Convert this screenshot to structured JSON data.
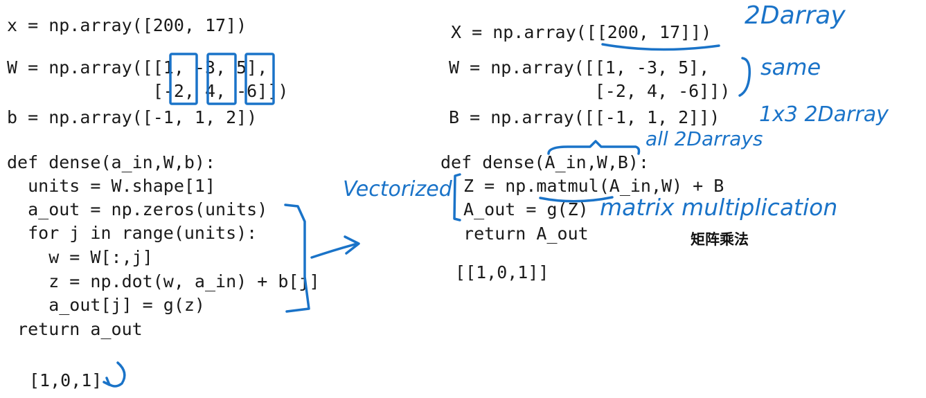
{
  "left": {
    "x_line": "x = np.array([200, 17])",
    "W_line1": "W = np.array([[1, -3, 5],",
    "W_line2": "              [-2, 4, -6]])",
    "b_line": "b = np.array([-1, 1, 2])",
    "def_line": "def dense(a_in,W,b):",
    "units_line": "  units = W.shape[1]",
    "aout_line": "  a_out = np.zeros(units)",
    "for_line": "  for j in range(units):",
    "w_line": "    w = W[:,j]",
    "z_line": "    z = np.dot(w, a_in) + b[j]",
    "g_line": "    a_out[j] = g(z)",
    "return_line": " return a_out",
    "result": "[1,0,1]"
  },
  "right": {
    "X_line": "X = np.array([[200, 17]])",
    "W_line1": "W = np.array([[1, -3, 5],",
    "W_line2": "              [-2, 4, -6]])",
    "B_line": "B = np.array([[-1, 1, 2]])",
    "def_line": "def dense(A_in,W,B):",
    "Z_line": " Z = np.matmul(A_in,W) + B",
    "Aout_line": " A_out = g(Z)",
    "return_line": " return A_out",
    "result": "[[1,0,1]]"
  },
  "annotations": {
    "twoDarray": "2Darray",
    "same": "same",
    "one_by_three": "1x3 2Darray",
    "all_2darrays": "all 2Darrays",
    "vectorized": "Vectorized",
    "matrix_multiplication": "matrix multiplication",
    "cjk_label": "矩阵乘法"
  },
  "colors": {
    "ink": "#1a73c8",
    "code": "#1a1a1a",
    "background": "#ffffff"
  }
}
